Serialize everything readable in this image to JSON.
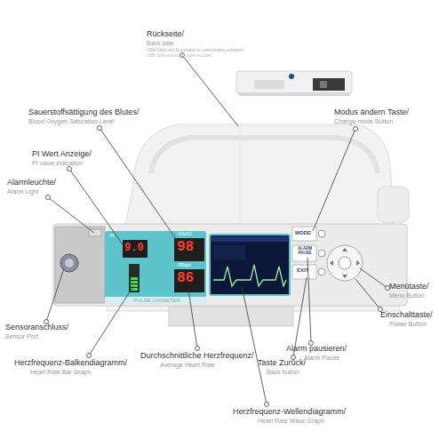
{
  "diagram": {
    "labels": [
      "Rückseite/",
      "Back side",
      "USB-Kabel und Stromkabel im Lieferumfang enthalten/",
      "USB cable and power cable included",
      "Sauerstoffsättigung des Blutes/",
      "Blood Oxygen Saturation Level",
      "PI Wert Anzeige/",
      "PI value indication",
      "Alarmleuchte/",
      "Alarm Light",
      "Modus ändern Taste/",
      "Change mode Button",
      "Sensoranschluss/",
      "Sensor Port",
      "Herzfrequenz-Balkendiagramm/",
      "Heart Rate Bar Graph",
      "Durchschnittliche Herzfrequenz/",
      "Average Heart Rate",
      "Menütaste/",
      "Menu Button",
      "Einschalttaste/",
      "Power Button",
      "Alarm pausieren/",
      "Alarm Pause",
      "Taste Zurück/",
      "Back button",
      "Herzfrequenz-Wellendiagramm/",
      "Heart Rate Wave Graph",
      "PULSE OXIMETER",
      "MODE",
      "ALARM PAUSE",
      "EXIT",
      "PI",
      "%SpO2",
      "PRbpm",
      "9.0",
      "98",
      "86"
    ]
  }
}
